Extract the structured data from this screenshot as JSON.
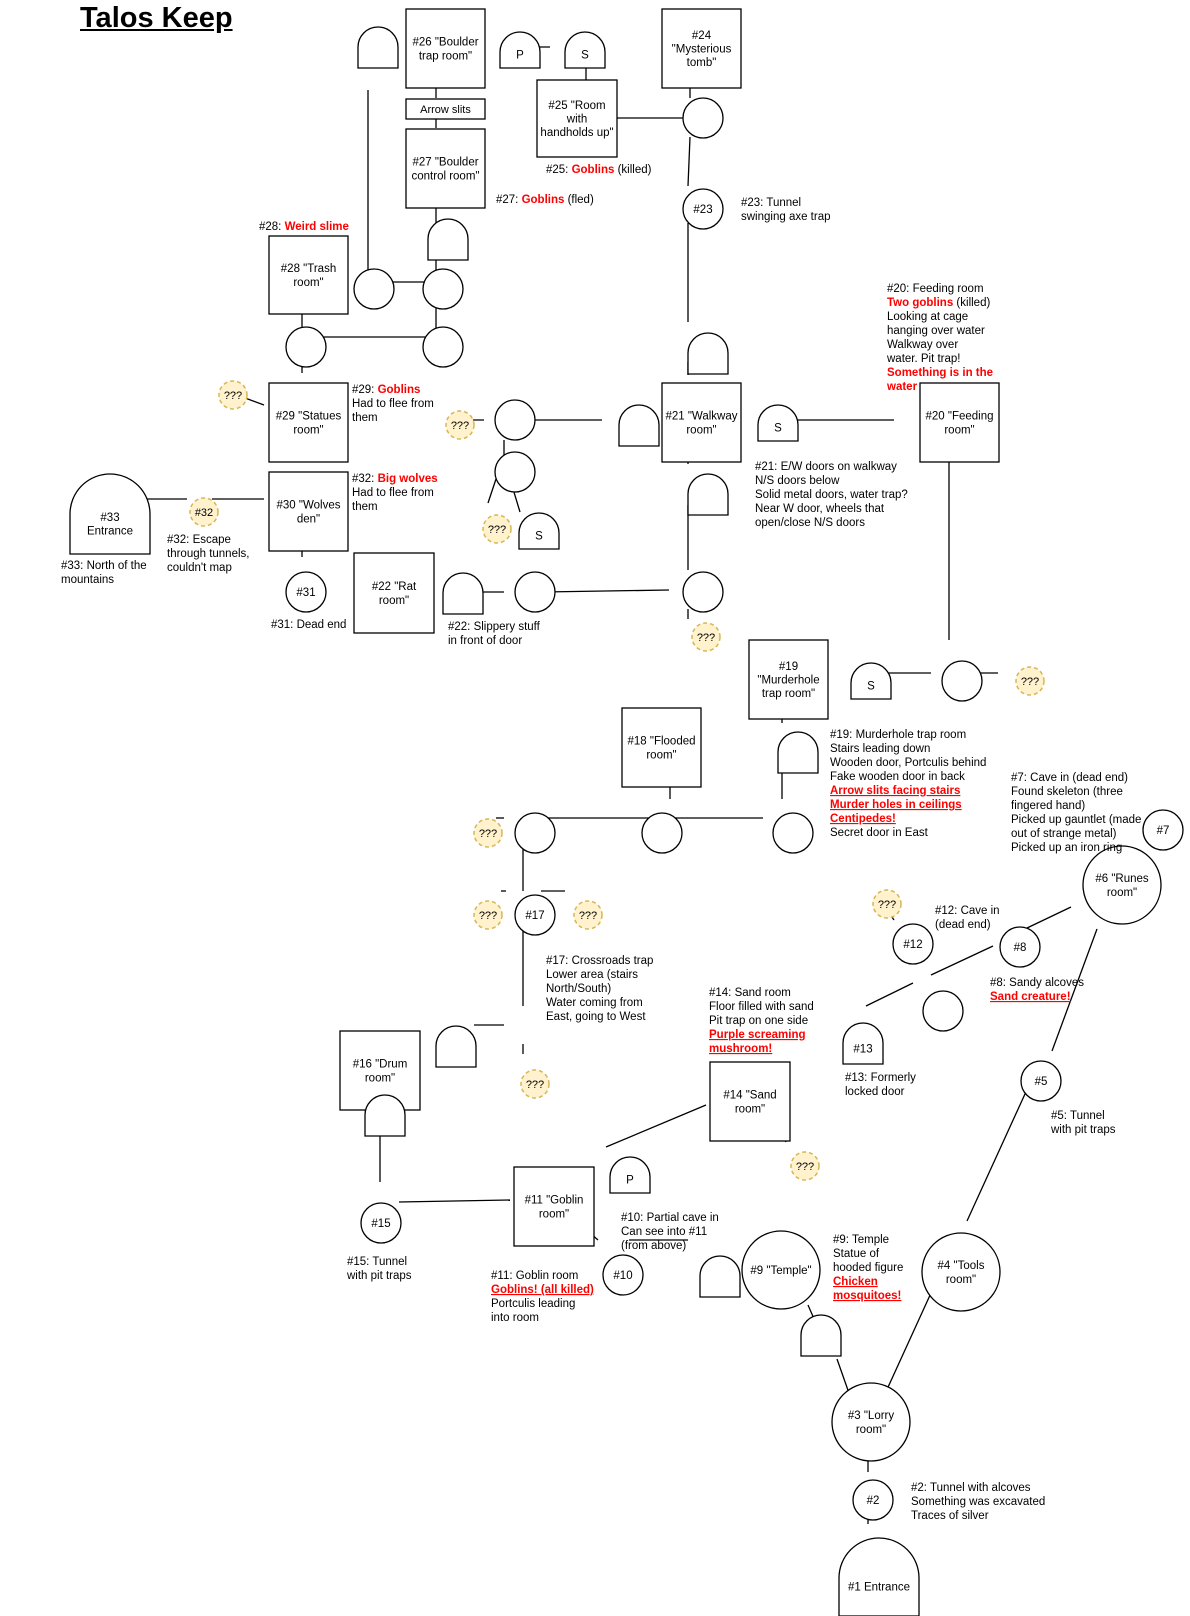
{
  "title": "Talos Keep",
  "colors": {
    "red": "#ff0000",
    "unknown_fill": "#fff2cc",
    "unknown_stroke": "#d6b656",
    "stroke": "#000000"
  },
  "rooms": [
    {
      "id": "r26",
      "lines": [
        "#26 \"Boulder",
        "trap room\""
      ]
    },
    {
      "id": "r24",
      "lines": [
        "#24",
        "\"Mysterious",
        "tomb\""
      ]
    },
    {
      "id": "r25",
      "lines": [
        "#25 \"Room",
        "with",
        "handholds up\""
      ]
    },
    {
      "id": "arrow_slits",
      "lines": [
        "Arrow slits"
      ]
    },
    {
      "id": "r27",
      "lines": [
        "#27 \"Boulder",
        "control room\""
      ]
    },
    {
      "id": "r28",
      "lines": [
        "#28 \"Trash",
        "room\""
      ]
    },
    {
      "id": "r29",
      "lines": [
        "#29 \"Statues",
        "room\""
      ]
    },
    {
      "id": "r30",
      "lines": [
        "#30 \"Wolves",
        "den\""
      ]
    },
    {
      "id": "r22",
      "lines": [
        "#22 \"Rat",
        "room\""
      ]
    },
    {
      "id": "r21",
      "lines": [
        "#21 \"Walkway",
        "room\""
      ]
    },
    {
      "id": "r20",
      "lines": [
        "#20 \"Feeding",
        "room\""
      ]
    },
    {
      "id": "r19",
      "lines": [
        "#19",
        "\"Murderhole",
        "trap room\""
      ]
    },
    {
      "id": "r18",
      "lines": [
        "#18 \"Flooded",
        "room\""
      ]
    },
    {
      "id": "r16",
      "lines": [
        "#16 \"Drum",
        "room\""
      ]
    },
    {
      "id": "r14",
      "lines": [
        "#14 \"Sand",
        "room\""
      ]
    },
    {
      "id": "r11",
      "lines": [
        "#11 \"Goblin",
        "room\""
      ]
    }
  ],
  "nodes": {
    "n23": "#23",
    "n31": "#31",
    "n17": "#17",
    "n12": "#12",
    "n8": "#8",
    "n7": "#7",
    "n5": "#5",
    "n15": "#15",
    "n10": "#10",
    "n2": "#2",
    "n32": "#32",
    "unknown": "???"
  },
  "big_circles": [
    {
      "id": "r6",
      "lines": [
        "#6 \"Runes",
        "room\""
      ]
    },
    {
      "id": "r9",
      "lines": [
        "#9 \"Temple\""
      ]
    },
    {
      "id": "r4",
      "lines": [
        "#4 \"Tools",
        "room\""
      ]
    },
    {
      "id": "r3",
      "lines": [
        "#3 \"Lorry",
        "room\""
      ]
    }
  ],
  "doors": {
    "p": "P",
    "s": "S",
    "d13": "#13"
  },
  "arches": {
    "a33": [
      "#33",
      "Entrance"
    ],
    "a1": [
      "#1 Entrance"
    ]
  },
  "notes": [
    {
      "id": "note28",
      "lines": [
        [
          [
            "#28: ",
            "n"
          ],
          [
            "Weird slime",
            "r"
          ]
        ]
      ]
    },
    {
      "id": "note25",
      "lines": [
        [
          [
            "#25: ",
            "n"
          ],
          [
            "Goblins",
            "r"
          ],
          [
            " (killed)",
            "n"
          ]
        ]
      ]
    },
    {
      "id": "note27",
      "lines": [
        [
          [
            "#27: ",
            "n"
          ],
          [
            "Goblins",
            "r"
          ],
          [
            " (fled)",
            "n"
          ]
        ]
      ]
    },
    {
      "id": "note23",
      "lines": [
        [
          [
            "#23: Tunnel",
            "n"
          ]
        ],
        [
          [
            "swinging axe trap",
            "n"
          ]
        ]
      ]
    },
    {
      "id": "note20",
      "lines": [
        [
          [
            "#20: Feeding room",
            "n"
          ]
        ],
        [
          [
            "Two goblins",
            "r"
          ],
          [
            " (killed)",
            "n"
          ]
        ],
        [
          [
            "Looking at cage",
            "n"
          ]
        ],
        [
          [
            "hanging over water",
            "n"
          ]
        ],
        [
          [
            "Walkway over",
            "n"
          ]
        ],
        [
          [
            "water. Pit trap!",
            "n"
          ]
        ],
        [
          [
            "Something is in the",
            "r"
          ]
        ],
        [
          [
            "water",
            "r"
          ]
        ]
      ]
    },
    {
      "id": "note29",
      "lines": [
        [
          [
            "#29: ",
            "n"
          ],
          [
            "Goblins",
            "r"
          ]
        ],
        [
          [
            "Had to flee from",
            "n"
          ]
        ],
        [
          [
            "them",
            "n"
          ]
        ]
      ]
    },
    {
      "id": "note32r",
      "lines": [
        [
          [
            "#32: ",
            "n"
          ],
          [
            "Big wolves",
            "r"
          ]
        ],
        [
          [
            "Had to flee from",
            "n"
          ]
        ],
        [
          [
            "them",
            "n"
          ]
        ]
      ]
    },
    {
      "id": "note21",
      "lines": [
        [
          [
            "#21: E/W doors on walkway",
            "n"
          ]
        ],
        [
          [
            "N/S doors below",
            "n"
          ]
        ],
        [
          [
            "Solid metal doors, water trap?",
            "n"
          ]
        ],
        [
          [
            "Near W door, wheels that",
            "n"
          ]
        ],
        [
          [
            "open/close N/S doors",
            "n"
          ]
        ]
      ]
    },
    {
      "id": "note32",
      "lines": [
        [
          [
            "#32: Escape",
            "n"
          ]
        ],
        [
          [
            "through tunnels,",
            "n"
          ]
        ],
        [
          [
            "couldn't map",
            "n"
          ]
        ]
      ]
    },
    {
      "id": "note33",
      "lines": [
        [
          [
            "#33: North of the",
            "n"
          ]
        ],
        [
          [
            "mountains",
            "n"
          ]
        ]
      ]
    },
    {
      "id": "note31",
      "lines": [
        [
          [
            "#31: Dead end",
            "n"
          ]
        ]
      ]
    },
    {
      "id": "note22",
      "lines": [
        [
          [
            "#22: Slippery stuff",
            "n"
          ]
        ],
        [
          [
            "in front of door",
            "n"
          ]
        ]
      ]
    },
    {
      "id": "note19",
      "lines": [
        [
          [
            "#19: Murderhole trap room",
            "n"
          ]
        ],
        [
          [
            "Stairs leading down",
            "n"
          ]
        ],
        [
          [
            "Wooden door, Portculis behind",
            "n"
          ]
        ],
        [
          [
            "Fake wooden door in back",
            "n"
          ]
        ],
        [
          [
            "Arrow slits facing stairs",
            "ru"
          ]
        ],
        [
          [
            "Murder holes in ceilings",
            "ru"
          ]
        ],
        [
          [
            "Centipedes!",
            "ru"
          ]
        ],
        [
          [
            "Secret door in East",
            "n"
          ]
        ]
      ]
    },
    {
      "id": "note7",
      "lines": [
        [
          [
            "#7: Cave in (dead end)",
            "n"
          ]
        ],
        [
          [
            "Found skeleton (three",
            "n"
          ]
        ],
        [
          [
            "fingered hand)",
            "n"
          ]
        ],
        [
          [
            "Picked up gauntlet (made",
            "n"
          ]
        ],
        [
          [
            "out of strange metal)",
            "n"
          ]
        ],
        [
          [
            "Picked up an iron ring",
            "n"
          ]
        ]
      ]
    },
    {
      "id": "note12",
      "lines": [
        [
          [
            "#12: Cave in",
            "n"
          ]
        ],
        [
          [
            "(dead end)",
            "n"
          ]
        ]
      ]
    },
    {
      "id": "note8",
      "lines": [
        [
          [
            "#8: Sandy alcoves",
            "n"
          ]
        ],
        [
          [
            "Sand creature!",
            "ru"
          ]
        ]
      ]
    },
    {
      "id": "note17",
      "lines": [
        [
          [
            "#17: Crossroads trap",
            "n"
          ]
        ],
        [
          [
            "Lower area (stairs",
            "n"
          ]
        ],
        [
          [
            "North/South)",
            "n"
          ]
        ],
        [
          [
            "Water coming from",
            "n"
          ]
        ],
        [
          [
            "East, going to West",
            "n"
          ]
        ]
      ]
    },
    {
      "id": "note14",
      "lines": [
        [
          [
            "#14: Sand room",
            "n"
          ]
        ],
        [
          [
            "Floor filled with sand",
            "n"
          ]
        ],
        [
          [
            "Pit trap on one side",
            "n"
          ]
        ],
        [
          [
            "Purple screaming",
            "ru"
          ]
        ],
        [
          [
            "mushroom!",
            "ru"
          ]
        ]
      ]
    },
    {
      "id": "note13",
      "lines": [
        [
          [
            "#13: Formerly",
            "n"
          ]
        ],
        [
          [
            "locked door",
            "n"
          ]
        ]
      ]
    },
    {
      "id": "note5",
      "lines": [
        [
          [
            "#5: Tunnel",
            "n"
          ]
        ],
        [
          [
            "with pit traps",
            "n"
          ]
        ]
      ]
    },
    {
      "id": "note15",
      "lines": [
        [
          [
            "#15: Tunnel",
            "n"
          ]
        ],
        [
          [
            "with pit traps",
            "n"
          ]
        ]
      ]
    },
    {
      "id": "note10",
      "lines": [
        [
          [
            "#10: Partial cave in",
            "n"
          ]
        ],
        [
          [
            "Can see into #11",
            "n"
          ]
        ],
        [
          [
            "(from above)",
            "n"
          ]
        ]
      ]
    },
    {
      "id": "note11",
      "lines": [
        [
          [
            "#11: Goblin room",
            "n"
          ]
        ],
        [
          [
            "Goblins! (all killed)",
            "ru"
          ]
        ],
        [
          [
            "Portculis leading",
            "n"
          ]
        ],
        [
          [
            "into room",
            "n"
          ]
        ]
      ]
    },
    {
      "id": "note9",
      "lines": [
        [
          [
            "#9: Temple",
            "n"
          ]
        ],
        [
          [
            "Statue of",
            "n"
          ]
        ],
        [
          [
            "hooded figure",
            "n"
          ]
        ],
        [
          [
            "Chicken",
            "ru"
          ]
        ],
        [
          [
            "mosquitoes!",
            "ru"
          ]
        ]
      ]
    },
    {
      "id": "note2",
      "lines": [
        [
          [
            "#2: Tunnel with alcoves",
            "n"
          ]
        ],
        [
          [
            "Something was excavated",
            "n"
          ]
        ],
        [
          [
            "Traces of silver",
            "n"
          ]
        ]
      ]
    }
  ]
}
